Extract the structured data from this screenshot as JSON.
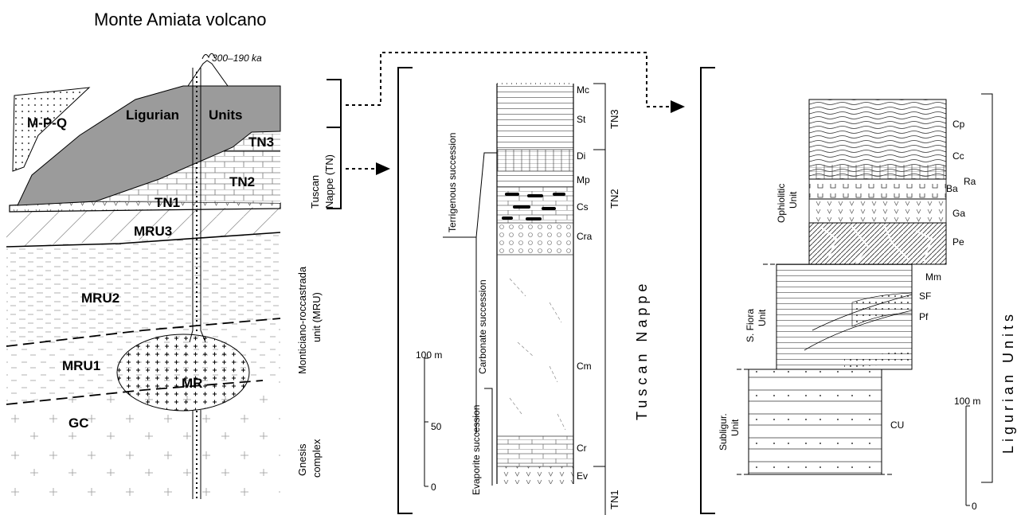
{
  "title": "Monte Amiata volcano",
  "age": "300–190 ka",
  "left_section": {
    "units": {
      "mpq": "M-P-Q",
      "ligurian_left": "Ligurian",
      "ligurian_right": "Units",
      "tn3": "TN3",
      "tn2": "TN2",
      "tn1": "TN1",
      "mru3": "MRU3",
      "mru2": "MRU2",
      "mru1": "MRU1",
      "mr": "MR",
      "gc": "GC"
    },
    "side_labels": {
      "tuscan_nappe": [
        "Tuscan",
        "Nappe (TN)"
      ],
      "mru": [
        "Monticiano-roccastrada",
        "unit (MRU)"
      ],
      "gnesis": [
        "Gnesis",
        "complex"
      ]
    }
  },
  "tuscan_column": {
    "layers": [
      "Mc",
      "St",
      "Di",
      "Mp",
      "Cs",
      "Cra",
      "Cm",
      "Cr",
      "Ev"
    ],
    "groups": [
      "TN3",
      "TN2",
      "TN1"
    ],
    "big_label": "Tuscan Nappe",
    "successions": [
      "Terrigenous succession",
      "Carbonate succession",
      "Evaporite succession"
    ],
    "scale": [
      "100 m",
      "50",
      "0"
    ]
  },
  "ligurian_column": {
    "layers": [
      "Cp",
      "Cc",
      "Ra",
      "Ba",
      "Ga",
      "Pe",
      "Mm",
      "SF",
      "Pf",
      "CU"
    ],
    "units": {
      "ophiolitic": [
        "Ophiolitic",
        "Unit"
      ],
      "sfiora": [
        "S. Fiora",
        "Unit"
      ],
      "subligur": [
        "Subligur.",
        "Unit"
      ]
    },
    "big_label": "Ligurian Units",
    "scale": [
      "100 m",
      "0"
    ]
  }
}
